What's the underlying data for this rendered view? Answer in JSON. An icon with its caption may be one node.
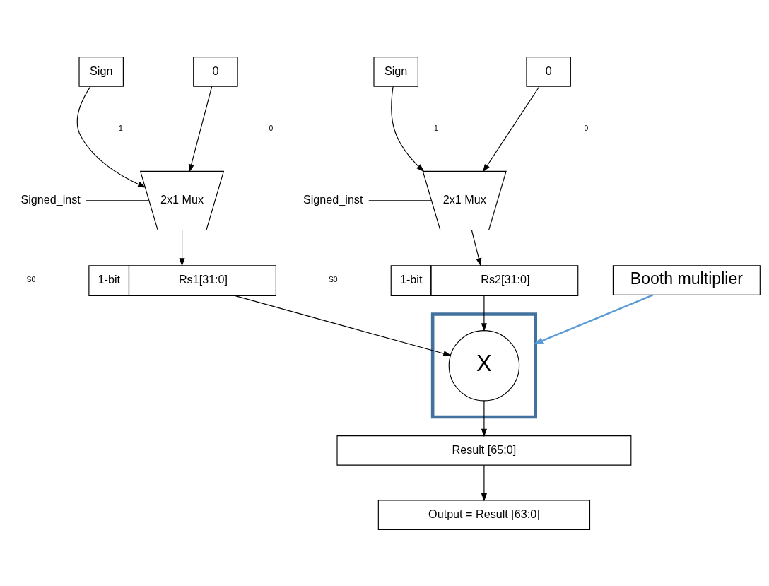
{
  "diagram": {
    "nodes": [
      {
        "text": [
          "Sign"
        ]
      },
      {
        "text": [
          "0"
        ]
      },
      {
        "text": [
          "2x1 Mux"
        ]
      },
      {
        "text": [
          "Sign"
        ]
      },
      {
        "text": [
          "0"
        ]
      },
      {
        "text": [
          "2x1 Mux"
        ]
      },
      {
        "text": [
          "Signed_inst"
        ]
      },
      {
        "text": [
          "Signed_inst"
        ]
      },
      {
        "text": [
          "1-bit",
          "Rs1[31:0]"
        ]
      },
      {
        "text": [
          "1-bit",
          "Rs2[31:0]"
        ]
      },
      {
        "text": [],
        "shape": "box"
      },
      {
        "text": [
          "X"
        ],
        "in": 10
      },
      {
        "text": [
          "Booth multiplier"
        ]
      },
      {
        "text": [
          "Result [65:0]"
        ]
      },
      {
        "text": [
          "Output = Result [63:0]"
        ]
      }
    ],
    "edges": [
      {
        "from": 0,
        "to": 2,
        "arrow": "to"
      },
      {
        "from": 1,
        "to": 2,
        "arrow": "to"
      },
      {
        "from": 3,
        "to": 5,
        "arrow": "to"
      },
      {
        "from": 4,
        "to": 5,
        "arrow": "to"
      },
      {
        "from": 6,
        "to": 2,
        "arrow": "none"
      },
      {
        "from": 7,
        "to": 5,
        "arrow": "none"
      },
      {
        "from": 2,
        "to": 8,
        "arrow": "to"
      },
      {
        "from": 5,
        "to": 9,
        "arrow": "to"
      },
      {
        "from": 8,
        "to": 11,
        "arrow": "to"
      },
      {
        "from": 9,
        "to": 11,
        "arrow": "to"
      },
      {
        "from": 12,
        "to": 10,
        "arrow": "to",
        "color": "#5b9bd5"
      },
      {
        "from": 11,
        "to": 13,
        "arrow": "to"
      },
      {
        "from": 13,
        "to": 14,
        "arrow": "to"
      }
    ],
    "labels": [
      "1",
      "0",
      "S0",
      "1",
      "0",
      "S0"
    ]
  }
}
